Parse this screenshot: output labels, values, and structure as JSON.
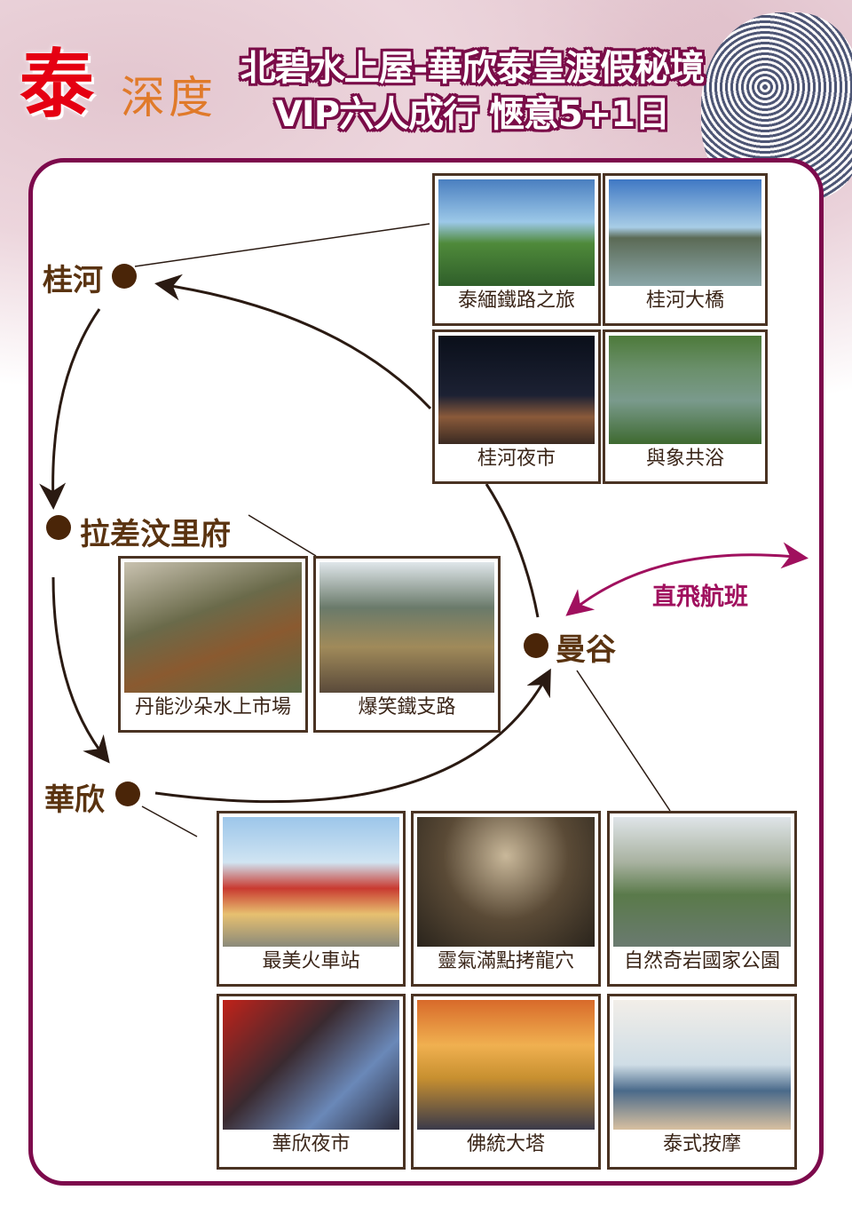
{
  "header": {
    "logo_main": "泰",
    "logo_sub": "深度",
    "title_line1": "北碧水上屋-華欣泰皇渡假秘境",
    "title_line2": "VIP六人成行 愜意5+1日"
  },
  "places": {
    "kwai": "桂河",
    "ratchaburi": "拉差汶里府",
    "huahin": "華欣",
    "bangkok": "曼谷"
  },
  "flight": {
    "label": "直飛航班"
  },
  "cards": {
    "kwai": [
      "泰緬鐵路之旅",
      "桂河大橋",
      "桂河夜市",
      "與象共浴"
    ],
    "ratchaburi": [
      "丹能沙朵水上市場",
      "爆笑鐵支路"
    ],
    "huahin": [
      "最美火車站",
      "靈氣滿點拷龍穴",
      "自然奇岩國家公園",
      "華欣夜市",
      "佛統大塔",
      "泰式按摩"
    ]
  }
}
